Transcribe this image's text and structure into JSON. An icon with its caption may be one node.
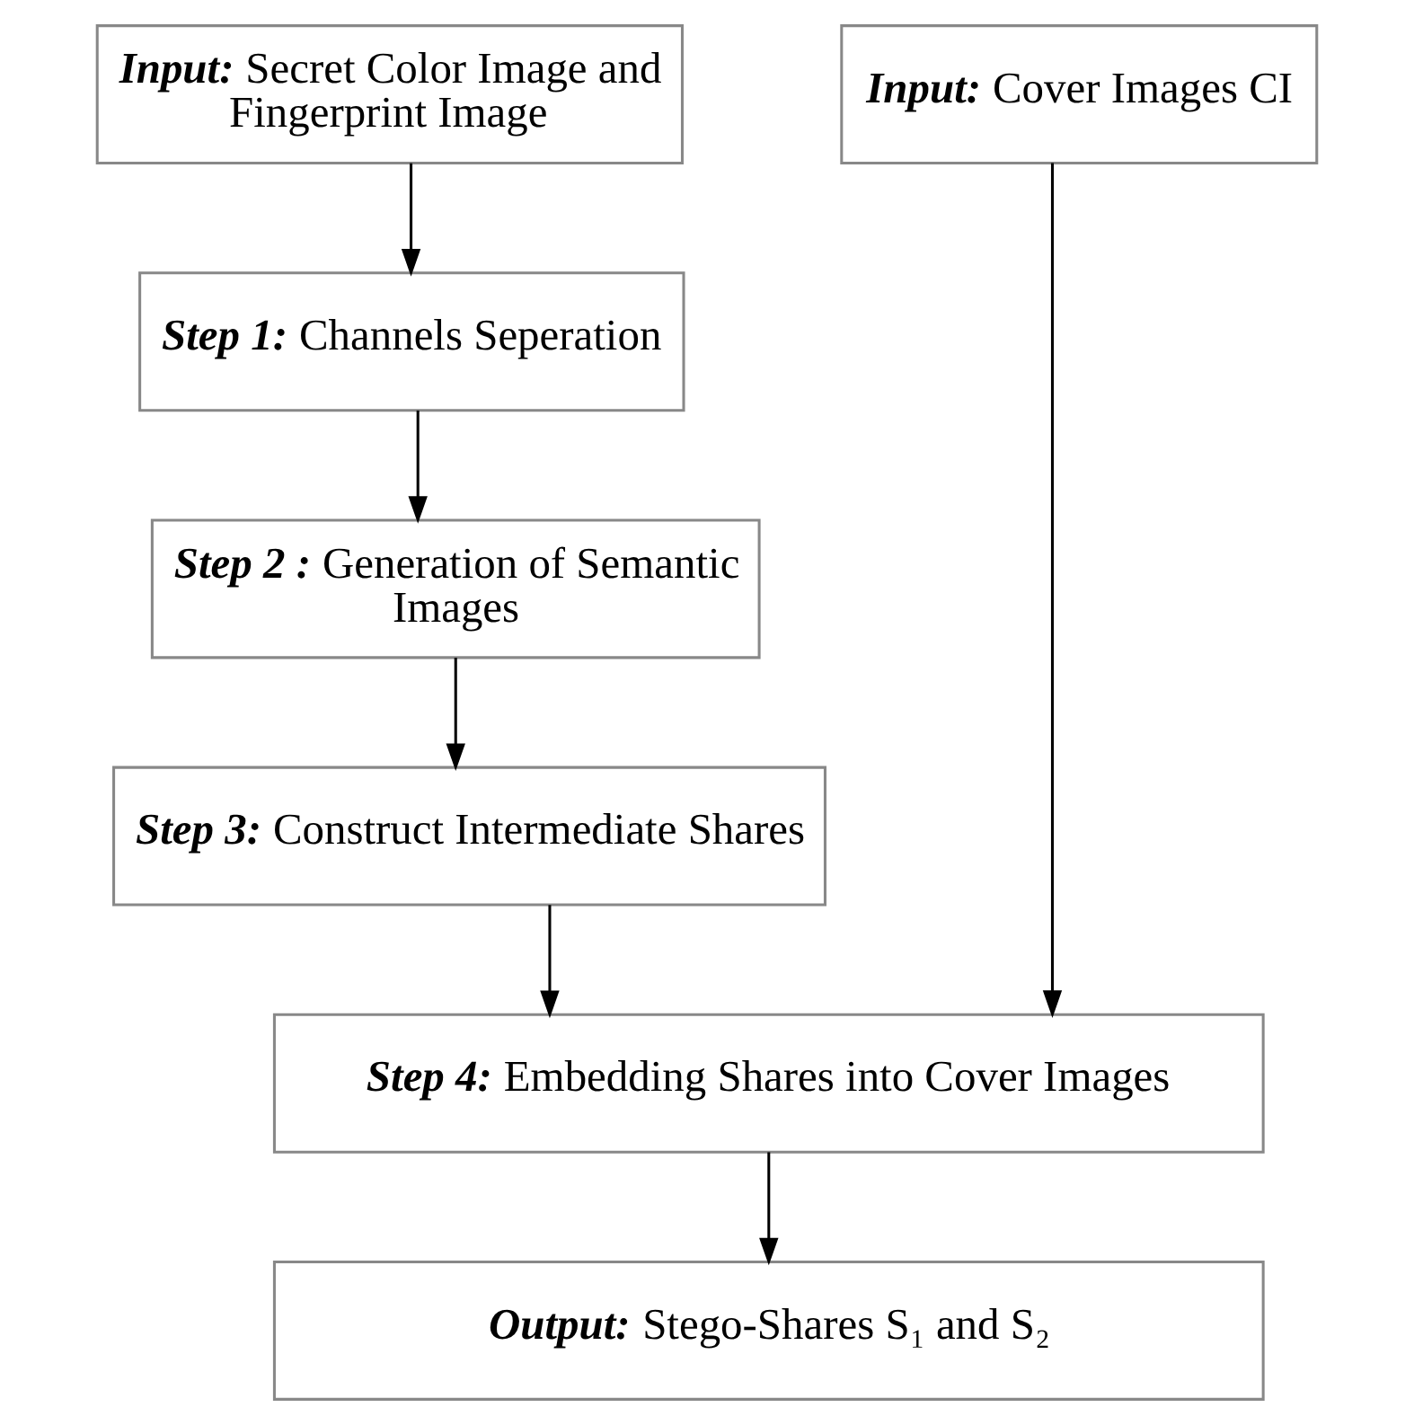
{
  "diagram": {
    "nodes": [
      {
        "text": [
          "Input:",
          "Secret Color Image and Fingerprint Image"
        ]
      },
      {
        "text": [
          "Input:",
          "Cover Images CI"
        ]
      },
      {
        "text": [
          "Step 1:",
          "Channels Seperation"
        ]
      },
      {
        "text": [
          "Step 2 :",
          "Generation of Semantic Images"
        ]
      },
      {
        "text": [
          "Step 3:",
          "Construct Intermediate Shares"
        ]
      },
      {
        "text": [
          "Step 4:",
          "Embedding Shares into Cover Images"
        ]
      },
      {
        "text": [
          "Output:",
          "Stego-Shares S₁ and S₂"
        ]
      }
    ],
    "edges": [
      {
        "from": 0,
        "to": 2,
        "arrow": "to"
      },
      {
        "from": 2,
        "to": 3,
        "arrow": "to"
      },
      {
        "from": 3,
        "to": 4,
        "arrow": "to"
      },
      {
        "from": 4,
        "to": 5,
        "arrow": "to"
      },
      {
        "from": 1,
        "to": 5,
        "arrow": "to"
      },
      {
        "from": 5,
        "to": 6,
        "arrow": "to"
      }
    ]
  }
}
